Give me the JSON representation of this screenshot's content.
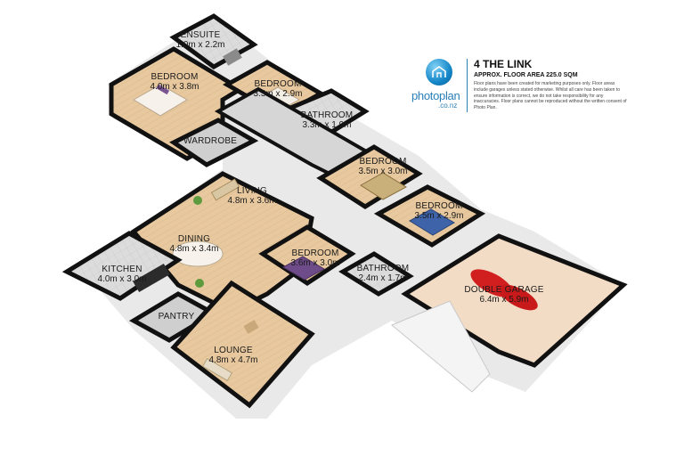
{
  "header": {
    "property_title": "4 THE LINK",
    "area_line": "APPROX. FLOOR AREA 225.0 SQM",
    "disclaimer": "Floor plans have been created for marketing purposes only. Floor areas include garages unless stated otherwise. Whilst all care has been taken to ensure information is correct, we do not take responsibility for any inaccuracies. Floor plans cannot be reproduced without the written consent of Photo Plan.",
    "logo_word": "photoplan",
    "logo_sub": ".co.nz"
  },
  "rooms": [
    {
      "name": "ENSUITE",
      "dims": "1.0m x 2.2m"
    },
    {
      "name": "BEDROOM",
      "dims": "4.0m x 3.8m"
    },
    {
      "name": "BEDROOM",
      "dims": "3.3m x 2.9m"
    },
    {
      "name": "BATHROOM",
      "dims": "3.3m x 1.9m"
    },
    {
      "name": "WARDROBE",
      "dims": ""
    },
    {
      "name": "BEDROOM",
      "dims": "3.5m x 3.0m"
    },
    {
      "name": "LIVING",
      "dims": "4.8m x 3.6m"
    },
    {
      "name": "BEDROOM",
      "dims": "3.5m x 2.9m"
    },
    {
      "name": "DINING",
      "dims": "4.8m x 3.4m"
    },
    {
      "name": "BEDROOM",
      "dims": "3.6m x 3.0m"
    },
    {
      "name": "KITCHEN",
      "dims": "4.0m x 3.0m"
    },
    {
      "name": "BATHROOM",
      "dims": "2.4m x 1.7m"
    },
    {
      "name": "DOUBLE GARAGE",
      "dims": "6.4m x 5.9m"
    },
    {
      "name": "PANTRY",
      "dims": ""
    },
    {
      "name": "LOUNGE",
      "dims": "4.8m x 4.7m"
    }
  ],
  "colors": {
    "wall": "#111111",
    "wall_side": "#3a3a3a",
    "floor_wood": "#e7c79e",
    "floor_tile": "#d9d9d9",
    "garage_floor": "#f3dcc5",
    "bed_purple": "#6e4c8a",
    "bed_blue": "#3f63a8",
    "car_red": "#d11f1f",
    "brand_blue": "#2a7fb8"
  }
}
